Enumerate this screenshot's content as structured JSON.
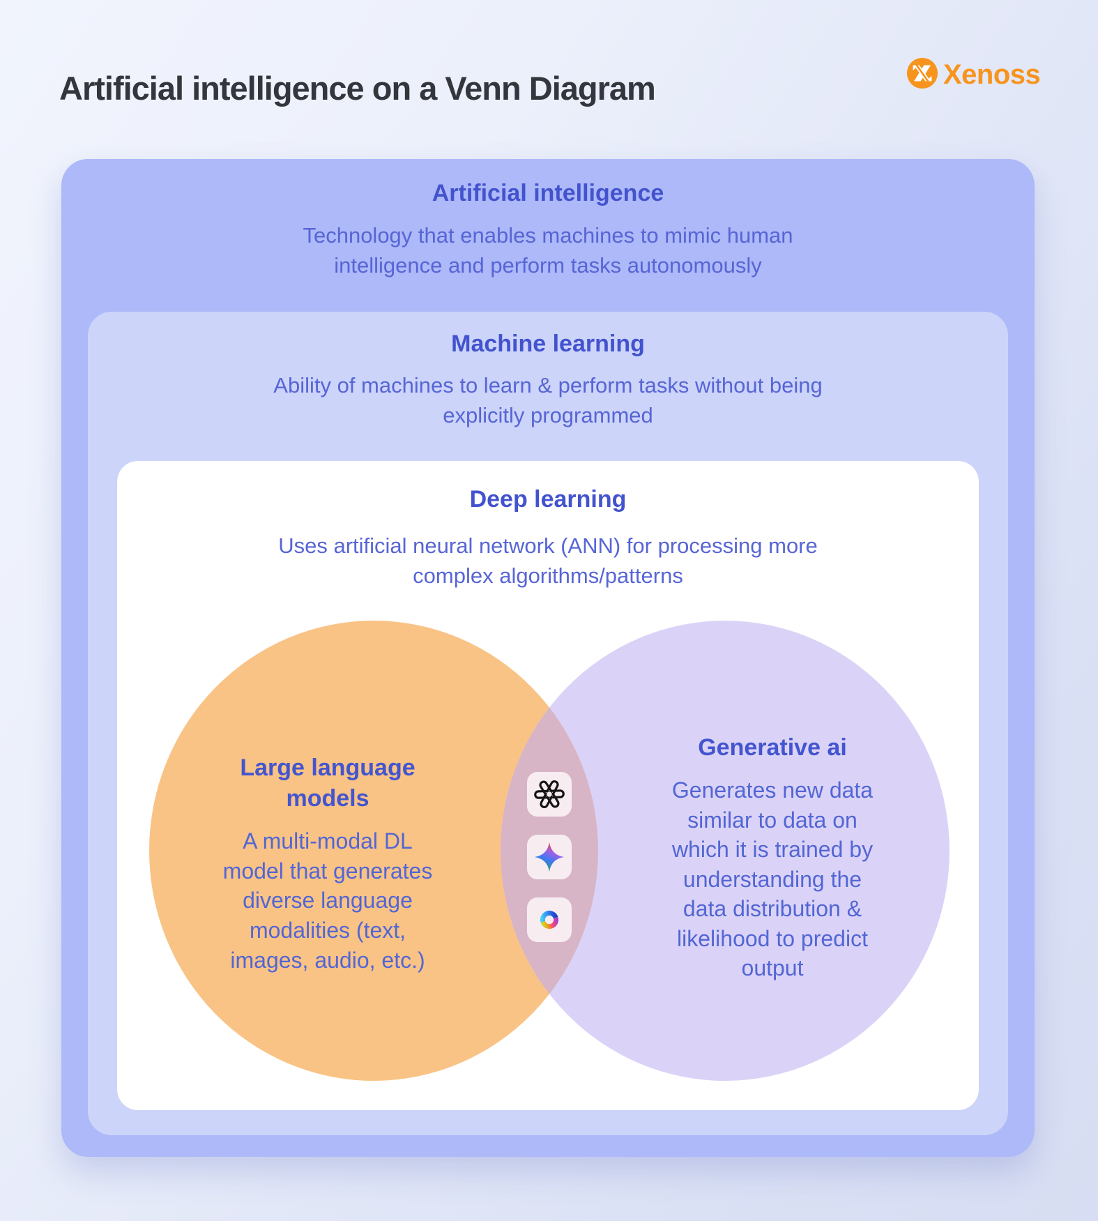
{
  "header": {
    "title": "Artificial intelligence on a Venn Diagram",
    "logo_text": "Xenoss"
  },
  "layers": {
    "ai": {
      "title": "Artificial intelligence",
      "description": "Technology that enables machines to mimic human intelligence and perform tasks autonomously"
    },
    "ml": {
      "title": "Machine learning",
      "description": "Ability of machines to learn & perform tasks without being explicitly programmed"
    },
    "dl": {
      "title": "Deep learning",
      "description": "Uses artificial neural network (ANN) for processing more complex algorithms/patterns"
    }
  },
  "venn": {
    "llm": {
      "title": "Large language models",
      "description": "A multi-modal DL model that generates diverse language modalities (text, images, audio, etc.)"
    },
    "genai": {
      "title": "Generative ai",
      "description": "Generates new data similar to data on which it is trained by understanding the data distribution & likelihood to predict output"
    },
    "intersection_icons": [
      "openai-icon",
      "gemini-icon",
      "copilot-icon"
    ]
  },
  "colors": {
    "brand_orange": "#f7941d",
    "title_text": "#33363c",
    "heading_blue": "#4353ce",
    "body_blue": "#5765d5",
    "outer_panel": "#adb9f8",
    "middle_panel": "#ccd4fa",
    "inner_panel": "#ffffff",
    "llm_circle": "#f9c386",
    "genai_circle": "#dbd3f7",
    "intersection": "#d7b5c6",
    "icon_tile": "#f7edf1"
  }
}
